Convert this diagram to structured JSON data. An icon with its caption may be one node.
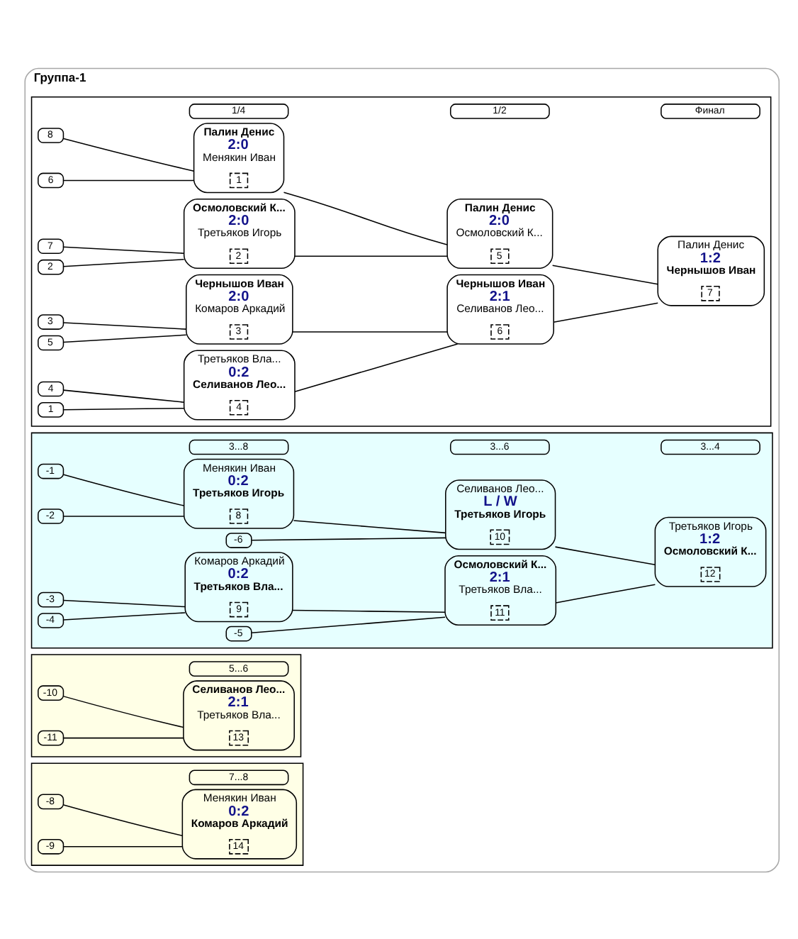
{
  "diagram": {
    "nodes": [
      {
        "text": [
          "Группа-1"
        ]
      },
      {
        "text": [],
        "shape": "box",
        "in": 0
      },
      {
        "text": [
          "1/4"
        ],
        "in": 1
      },
      {
        "text": [
          "1/2"
        ],
        "in": 1
      },
      {
        "text": [
          "Финал"
        ],
        "in": 1
      },
      {
        "text": [
          "8"
        ],
        "in": 1
      },
      {
        "text": [
          "6"
        ],
        "in": 1
      },
      {
        "text": [
          "Палин Денис",
          "2:0",
          "Менякин Иван"
        ],
        "in": 1
      },
      {
        "text": [
          "1"
        ],
        "in": 7
      },
      {
        "text": [
          "7"
        ],
        "in": 1
      },
      {
        "text": [
          "2"
        ],
        "in": 1
      },
      {
        "text": [
          "Осмоловский К...",
          "2:0",
          "Третьяков Игорь"
        ],
        "in": 1
      },
      {
        "text": [
          "2"
        ],
        "in": 11
      },
      {
        "text": [
          "3"
        ],
        "in": 1
      },
      {
        "text": [
          "5"
        ],
        "in": 1
      },
      {
        "text": [
          "Чернышов Иван",
          "2:0",
          "Комаров Аркадий"
        ],
        "in": 1
      },
      {
        "text": [
          "3"
        ],
        "in": 15
      },
      {
        "text": [
          "4"
        ],
        "in": 1
      },
      {
        "text": [
          "1"
        ],
        "in": 1
      },
      {
        "text": [
          "Третьяков Вла...",
          "0:2",
          "Селиванов Лео..."
        ],
        "in": 1
      },
      {
        "text": [
          "4"
        ],
        "in": 19
      },
      {
        "text": [
          "Палин Денис",
          "2:0",
          "Осмоловский К..."
        ],
        "in": 1
      },
      {
        "text": [
          "5"
        ],
        "in": 21
      },
      {
        "text": [
          "Чернышов Иван",
          "2:1",
          "Селиванов Лео..."
        ],
        "in": 1
      },
      {
        "text": [
          "6"
        ],
        "in": 23
      },
      {
        "text": [
          "Палин Денис",
          "1:2",
          "Чернышов Иван"
        ],
        "in": 1
      },
      {
        "text": [
          "7"
        ],
        "in": 25
      },
      {
        "text": [],
        "shape": "box",
        "in": 0
      },
      {
        "text": [
          "3...8"
        ],
        "in": 27
      },
      {
        "text": [
          "3...6"
        ],
        "in": 27
      },
      {
        "text": [
          "3...4"
        ],
        "in": 27
      },
      {
        "text": [
          "-1"
        ],
        "in": 27
      },
      {
        "text": [
          "-2"
        ],
        "in": 27
      },
      {
        "text": [
          "Менякин Иван",
          "0:2",
          "Третьяков Игорь"
        ],
        "in": 27
      },
      {
        "text": [
          "8"
        ],
        "in": 33
      },
      {
        "text": [
          "-3"
        ],
        "in": 27
      },
      {
        "text": [
          "-4"
        ],
        "in": 27
      },
      {
        "text": [
          "Комаров Аркадий",
          "0:2",
          "Третьяков Вла..."
        ],
        "in": 27
      },
      {
        "text": [
          "9"
        ],
        "in": 37
      },
      {
        "text": [
          "-6"
        ],
        "in": 27
      },
      {
        "text": [
          "Селиванов Лео...",
          "L / W",
          "Третьяков Игорь"
        ],
        "in": 27
      },
      {
        "text": [
          "10"
        ],
        "in": 40
      },
      {
        "text": [
          "-5"
        ],
        "in": 27
      },
      {
        "text": [
          "Осмоловский К...",
          "2:1",
          "Третьяков Вла..."
        ],
        "in": 27
      },
      {
        "text": [
          "11"
        ],
        "in": 43
      },
      {
        "text": [
          "Третьяков Игорь",
          "1:2",
          "Осмоловский К..."
        ],
        "in": 27
      },
      {
        "text": [
          "12"
        ],
        "in": 45
      },
      {
        "text": [],
        "shape": "box",
        "in": 0
      },
      {
        "text": [
          "5...6"
        ],
        "in": 47
      },
      {
        "text": [
          "-10"
        ],
        "in": 47
      },
      {
        "text": [
          "-11"
        ],
        "in": 47
      },
      {
        "text": [
          "Селиванов Лео...",
          "2:1",
          "Третьяков Вла..."
        ],
        "in": 47
      },
      {
        "text": [
          "13"
        ],
        "in": 51
      },
      {
        "text": [],
        "shape": "box",
        "in": 0
      },
      {
        "text": [
          "7...8"
        ],
        "in": 53
      },
      {
        "text": [
          "-8"
        ],
        "in": 53
      },
      {
        "text": [
          "-9"
        ],
        "in": 53
      },
      {
        "text": [
          "Менякин Иван",
          "0:2",
          "Комаров Аркадий"
        ],
        "in": 53
      },
      {
        "text": [
          "14"
        ],
        "in": 57
      }
    ],
    "edges": [
      {
        "from": 5,
        "to": 7,
        "arrow": "none"
      },
      {
        "from": 6,
        "to": 7,
        "arrow": "none"
      },
      {
        "from": 9,
        "to": 11,
        "arrow": "none"
      },
      {
        "from": 10,
        "to": 11,
        "arrow": "none"
      },
      {
        "from": 13,
        "to": 15,
        "arrow": "none"
      },
      {
        "from": 14,
        "to": 15,
        "arrow": "none"
      },
      {
        "from": 17,
        "to": 19,
        "arrow": "none"
      },
      {
        "from": 18,
        "to": 19,
        "arrow": "none"
      },
      {
        "from": 7,
        "to": 21,
        "arrow": "none"
      },
      {
        "from": 11,
        "to": 21,
        "arrow": "none"
      },
      {
        "from": 15,
        "to": 23,
        "arrow": "none"
      },
      {
        "from": 19,
        "to": 23,
        "arrow": "none"
      },
      {
        "from": 21,
        "to": 25,
        "arrow": "none"
      },
      {
        "from": 23,
        "to": 25,
        "arrow": "none"
      },
      {
        "from": 31,
        "to": 33,
        "arrow": "none"
      },
      {
        "from": 32,
        "to": 33,
        "arrow": "none"
      },
      {
        "from": 35,
        "to": 37,
        "arrow": "none"
      },
      {
        "from": 36,
        "to": 37,
        "arrow": "none"
      },
      {
        "from": 39,
        "to": 40,
        "arrow": "none"
      },
      {
        "from": 33,
        "to": 40,
        "arrow": "none"
      },
      {
        "from": 42,
        "to": 43,
        "arrow": "none"
      },
      {
        "from": 37,
        "to": 43,
        "arrow": "none"
      },
      {
        "from": 40,
        "to": 45,
        "arrow": "none"
      },
      {
        "from": 43,
        "to": 45,
        "arrow": "none"
      },
      {
        "from": 49,
        "to": 51,
        "arrow": "none"
      },
      {
        "from": 50,
        "to": 51,
        "arrow": "none"
      },
      {
        "from": 55,
        "to": 57,
        "arrow": "none"
      },
      {
        "from": 56,
        "to": 57,
        "arrow": "none"
      }
    ]
  }
}
